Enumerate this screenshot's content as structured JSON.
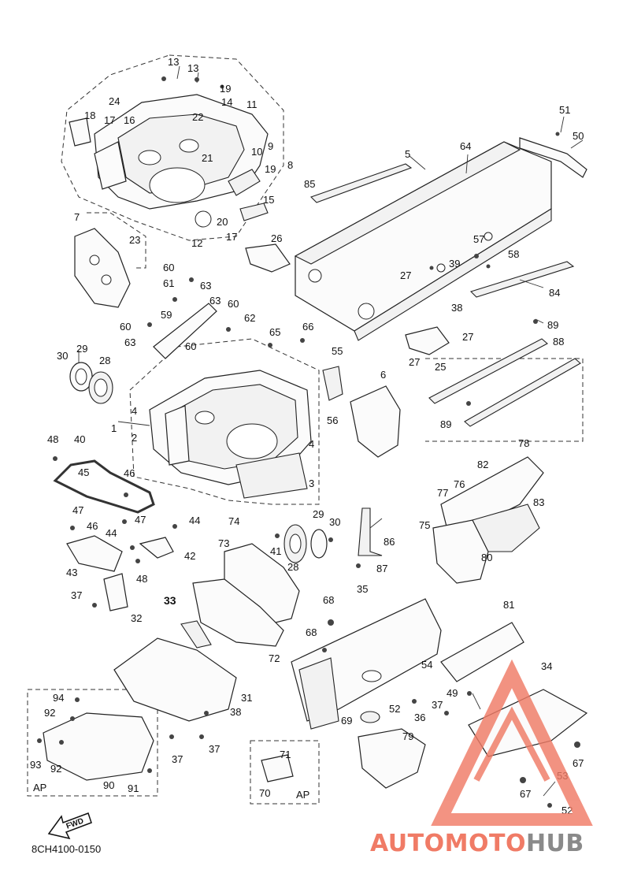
{
  "diagram_code": "8CH4100-0150",
  "fwd_label": "FWD",
  "ap_label": "AP",
  "watermark": {
    "part1": "AUTOMOTO",
    "part2": "HUB",
    "color_primary": "#f07b66",
    "color_secondary": "#8a8a8a"
  },
  "callouts": [
    {
      "id": "c13a",
      "text": "13"
    },
    {
      "id": "c13b",
      "text": "13"
    },
    {
      "id": "c19a",
      "text": "19"
    },
    {
      "id": "c24",
      "text": "24"
    },
    {
      "id": "c14",
      "text": "14"
    },
    {
      "id": "c11",
      "text": "11"
    },
    {
      "id": "c18",
      "text": "18"
    },
    {
      "id": "c17a",
      "text": "17"
    },
    {
      "id": "c16",
      "text": "16"
    },
    {
      "id": "c22",
      "text": "22"
    },
    {
      "id": "c9",
      "text": "9"
    },
    {
      "id": "c10",
      "text": "10"
    },
    {
      "id": "c21",
      "text": "21"
    },
    {
      "id": "c19b",
      "text": "19"
    },
    {
      "id": "c8",
      "text": "8"
    },
    {
      "id": "c15",
      "text": "15"
    },
    {
      "id": "c20",
      "text": "20"
    },
    {
      "id": "c17b",
      "text": "17"
    },
    {
      "id": "c12",
      "text": "12"
    },
    {
      "id": "c7",
      "text": "7"
    },
    {
      "id": "c23",
      "text": "23"
    },
    {
      "id": "c26",
      "text": "26"
    },
    {
      "id": "c85",
      "text": "85"
    },
    {
      "id": "c5",
      "text": "5"
    },
    {
      "id": "c64",
      "text": "64"
    },
    {
      "id": "c51",
      "text": "51"
    },
    {
      "id": "c50",
      "text": "50"
    },
    {
      "id": "c57",
      "text": "57"
    },
    {
      "id": "c58",
      "text": "58"
    },
    {
      "id": "c27a",
      "text": "27"
    },
    {
      "id": "c39",
      "text": "39"
    },
    {
      "id": "c84",
      "text": "84"
    },
    {
      "id": "c38a",
      "text": "38"
    },
    {
      "id": "c89a",
      "text": "89"
    },
    {
      "id": "c88",
      "text": "88"
    },
    {
      "id": "c27b",
      "text": "27"
    },
    {
      "id": "c27c",
      "text": "27"
    },
    {
      "id": "c25",
      "text": "25"
    },
    {
      "id": "c89b",
      "text": "89"
    },
    {
      "id": "c60a",
      "text": "60"
    },
    {
      "id": "c61",
      "text": "61"
    },
    {
      "id": "c63a",
      "text": "63"
    },
    {
      "id": "c63b",
      "text": "63"
    },
    {
      "id": "c60b",
      "text": "60"
    },
    {
      "id": "c59",
      "text": "59"
    },
    {
      "id": "c62",
      "text": "62"
    },
    {
      "id": "c60c",
      "text": "60"
    },
    {
      "id": "c63c",
      "text": "63"
    },
    {
      "id": "c60d",
      "text": "60"
    },
    {
      "id": "c65",
      "text": "65"
    },
    {
      "id": "c66",
      "text": "66"
    },
    {
      "id": "c30a",
      "text": "30"
    },
    {
      "id": "c29a",
      "text": "29"
    },
    {
      "id": "c28a",
      "text": "28"
    },
    {
      "id": "c55",
      "text": "55"
    },
    {
      "id": "c6",
      "text": "6"
    },
    {
      "id": "c4a",
      "text": "4"
    },
    {
      "id": "c1",
      "text": "1"
    },
    {
      "id": "c2",
      "text": "2"
    },
    {
      "id": "c56",
      "text": "56"
    },
    {
      "id": "c4b",
      "text": "4"
    },
    {
      "id": "c3",
      "text": "3"
    },
    {
      "id": "c48a",
      "text": "48"
    },
    {
      "id": "c40",
      "text": "40"
    },
    {
      "id": "c45",
      "text": "45"
    },
    {
      "id": "c46a",
      "text": "46"
    },
    {
      "id": "c47a",
      "text": "47"
    },
    {
      "id": "c46b",
      "text": "46"
    },
    {
      "id": "c47b",
      "text": "47"
    },
    {
      "id": "c44a",
      "text": "44"
    },
    {
      "id": "c44b",
      "text": "44"
    },
    {
      "id": "c42",
      "text": "42"
    },
    {
      "id": "c43",
      "text": "43"
    },
    {
      "id": "c48b",
      "text": "48"
    },
    {
      "id": "c37a",
      "text": "37"
    },
    {
      "id": "c32",
      "text": "32"
    },
    {
      "id": "c74",
      "text": "74"
    },
    {
      "id": "c73",
      "text": "73"
    },
    {
      "id": "c41",
      "text": "41"
    },
    {
      "id": "c28b",
      "text": "28"
    },
    {
      "id": "c29b",
      "text": "29"
    },
    {
      "id": "c30b",
      "text": "30"
    },
    {
      "id": "c86",
      "text": "86"
    },
    {
      "id": "c87",
      "text": "87"
    },
    {
      "id": "c78",
      "text": "78"
    },
    {
      "id": "c82",
      "text": "82"
    },
    {
      "id": "c77",
      "text": "77"
    },
    {
      "id": "c76",
      "text": "76"
    },
    {
      "id": "c83",
      "text": "83"
    },
    {
      "id": "c75",
      "text": "75"
    },
    {
      "id": "c80",
      "text": "80"
    },
    {
      "id": "c33",
      "text": "33"
    },
    {
      "id": "c72",
      "text": "72"
    },
    {
      "id": "c35",
      "text": "35"
    },
    {
      "id": "c68a",
      "text": "68"
    },
    {
      "id": "c68b",
      "text": "68"
    },
    {
      "id": "c81",
      "text": "81"
    },
    {
      "id": "c54",
      "text": "54"
    },
    {
      "id": "c34",
      "text": "34"
    },
    {
      "id": "c31",
      "text": "31"
    },
    {
      "id": "c38b",
      "text": "38"
    },
    {
      "id": "c94",
      "text": "94"
    },
    {
      "id": "c92a",
      "text": "92"
    },
    {
      "id": "c93",
      "text": "93"
    },
    {
      "id": "c92b",
      "text": "92"
    },
    {
      "id": "c37b",
      "text": "37"
    },
    {
      "id": "c37c",
      "text": "37"
    },
    {
      "id": "c90",
      "text": "90"
    },
    {
      "id": "c91",
      "text": "91"
    },
    {
      "id": "c52a",
      "text": "52"
    },
    {
      "id": "c49",
      "text": "49"
    },
    {
      "id": "c37d",
      "text": "37"
    },
    {
      "id": "c36",
      "text": "36"
    },
    {
      "id": "c69",
      "text": "69"
    },
    {
      "id": "c79",
      "text": "79"
    },
    {
      "id": "c71",
      "text": "71"
    },
    {
      "id": "c70",
      "text": "70"
    },
    {
      "id": "c67a",
      "text": "67"
    },
    {
      "id": "c67b",
      "text": "67"
    },
    {
      "id": "c53",
      "text": "53"
    },
    {
      "id": "c52b",
      "text": "52"
    }
  ]
}
